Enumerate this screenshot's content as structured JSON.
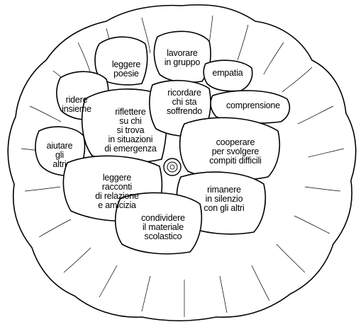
{
  "petals": [
    {
      "id": "leggere-poesie",
      "text": "leggere\npoesie"
    },
    {
      "id": "lavorare-in-gruppo",
      "text": "lavorare\nin gruppo"
    },
    {
      "id": "empatia",
      "text": "empatia"
    },
    {
      "id": "ridere-insieme",
      "text": "ridere\ninsieme"
    },
    {
      "id": "ricordare-chi-sta-soffrendo",
      "text": "ricordare\nchi sta\nsoffrendo"
    },
    {
      "id": "comprensione",
      "text": "comprensione"
    },
    {
      "id": "riflettere",
      "text": "riflettere\nsu chi\nsi trova\nin situazioni\ndi emergenza"
    },
    {
      "id": "aiutare-gli-altri",
      "text": "aiutare\ngli\naltri"
    },
    {
      "id": "cooperare",
      "text": "cooperare\nper svolgere\ncompiti difficili"
    },
    {
      "id": "leggere-racconti",
      "text": "leggere\nracconti\ndi relazione\ne amicizia"
    },
    {
      "id": "rimanere-in-silenzio",
      "text": "rimanere\nin silenzio\ncon gli altri"
    },
    {
      "id": "condividere",
      "text": "condividere\nil materiale\nscolastico"
    }
  ]
}
